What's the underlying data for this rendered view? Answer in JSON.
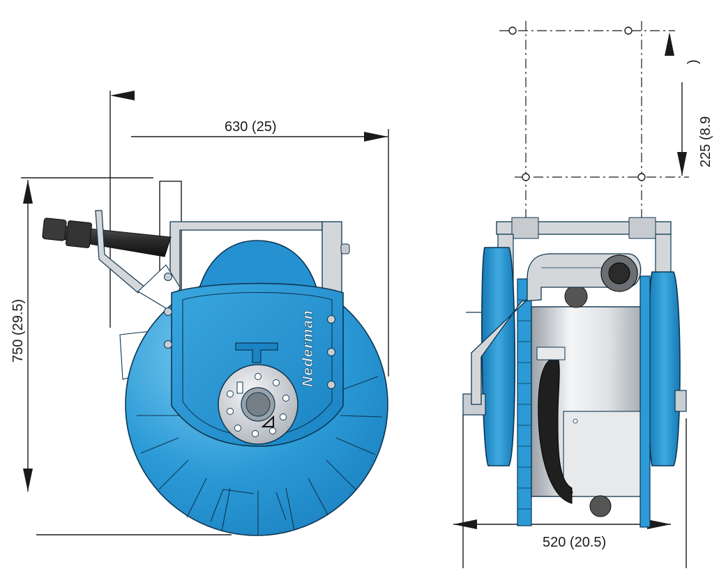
{
  "dimensions": {
    "width_front": "630 (25)",
    "height_front": "750 (29.5)",
    "hole_spacing": "225 (8.9",
    "hole_spacing_paren": ")",
    "width_side": "520 (20.5)"
  },
  "brand": {
    "logo": "Nederman"
  },
  "colors": {
    "reel_blue": "#2b9ad6",
    "reel_blue_dark": "#1579b6",
    "reel_blue_light": "#6cc2ec",
    "outline": "#0d3550",
    "hub_silver": "#c9ced3",
    "bracket_gray": "#d4d7da",
    "hose_black": "#2a2a2a",
    "drum_silver": "#dfe2e5"
  }
}
